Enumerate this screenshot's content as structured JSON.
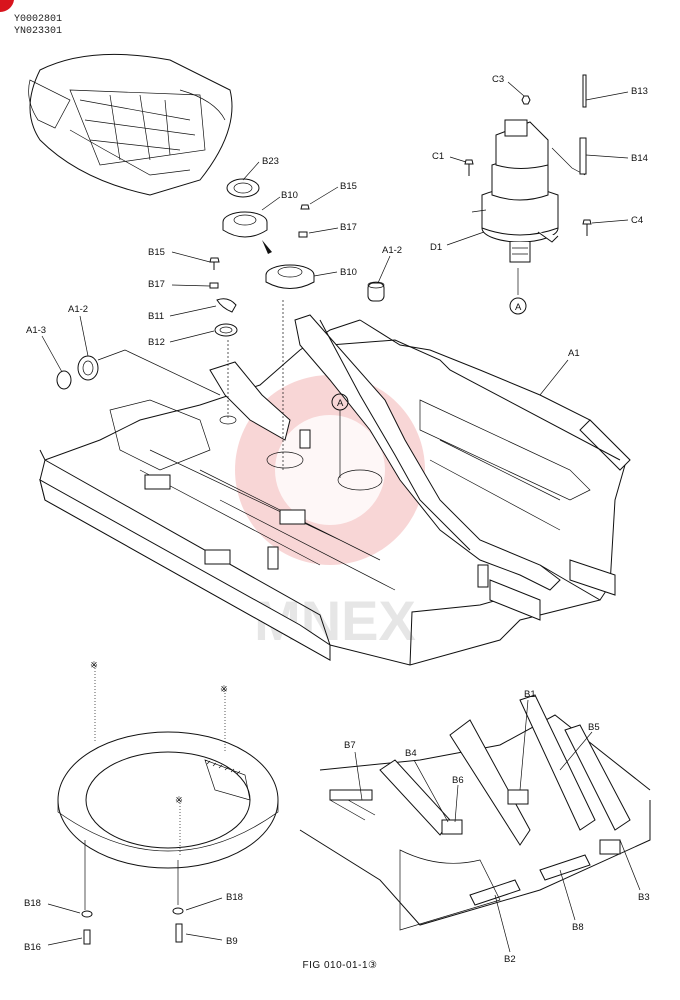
{
  "doc_codes": [
    "Y0002801",
    "YN023301"
  ],
  "figure_caption": "FIG 010-01-1③",
  "watermark_text": "MNEX",
  "callouts": {
    "B23": "B23",
    "B10a": "B10",
    "B15a": "B15",
    "B17a": "B17",
    "B15b": "B15",
    "B17b": "B17",
    "B11": "B11",
    "B12": "B12",
    "B10b": "B10",
    "A1_2a": "A1-2",
    "A1_2b": "A1-2",
    "A1_3": "A1-3",
    "A1": "A1",
    "C3": "C3",
    "B13": "B13",
    "C1": "C1",
    "B14": "B14",
    "C4": "C4",
    "D1": "D1",
    "A_circle_top": "A",
    "A_circle_frame": "A",
    "B1": "B1",
    "B5": "B5",
    "B7": "B7",
    "B4": "B4",
    "B6": "B6",
    "B2": "B2",
    "B8": "B8",
    "B3": "B3",
    "B18a": "B18",
    "B18b": "B18",
    "B16": "B16",
    "B9": "B9",
    "star1": "※",
    "star2": "※",
    "star3": "※"
  }
}
